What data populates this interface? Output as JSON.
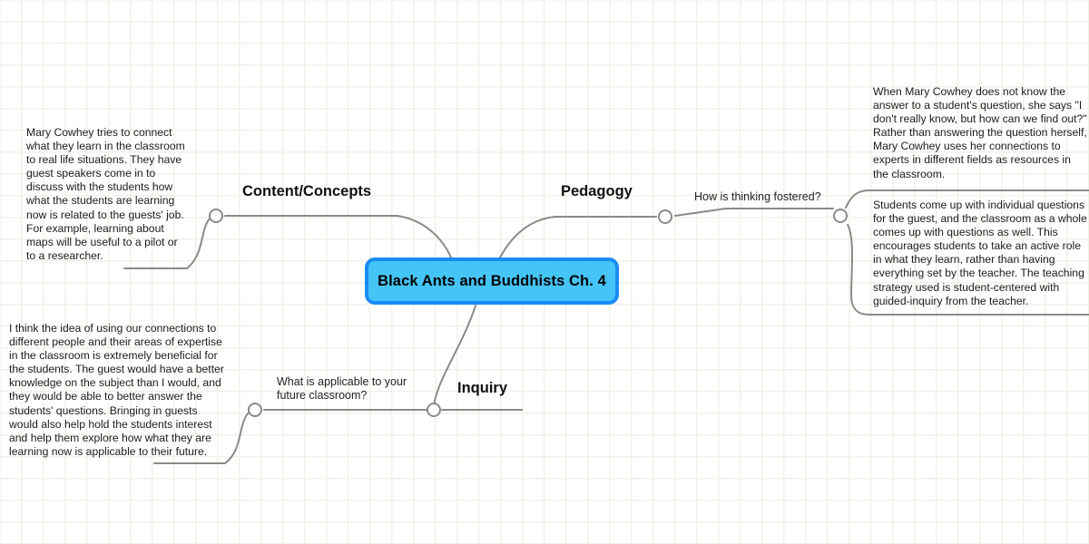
{
  "canvas": {
    "grid_color": "#eef3e8",
    "background": "#ffffff",
    "connector_color": "#8a8a88"
  },
  "central_topic": {
    "text": "Black Ants and Buddhists Ch. 4",
    "fill": "#45c4f7",
    "border": "#1a8cf5"
  },
  "branches": [
    {
      "id": "content",
      "label": "Content/Concepts",
      "note": "Mary Cowhey tries to connect what they learn in the classroom to real life situations. They have guest speakers come in to discuss with the students how what the students are learning now is related to the guests' job. For example, learning about maps will be useful to a pilot or to a researcher."
    },
    {
      "id": "pedagogy",
      "label": "Pedagogy",
      "sub_label": "How is thinking fostered?",
      "note_top": "When Mary Cowhey does not know the answer to a student's question, she says \"I don't really know, but how can we find out?\" Rather than answering the question herself, Mary Cowhey uses her connections to experts in different fields as resources in the classroom.",
      "note_bottom": "Students come up with individual questions for the guest, and the classroom as a whole comes up with questions as well. This encourages students to take an active role in what they learn, rather than having everything set by the teacher. The teaching strategy used is student-centered with guided-inquiry from the teacher."
    },
    {
      "id": "inquiry",
      "label": "Inquiry",
      "sub_label": "What is applicable to your\nfuture classroom?",
      "note": "I think the idea of using our connections to different people and their areas of expertise in the classroom is extremely beneficial for the students. The guest would have a better knowledge on the subject than I would, and they would be able to better answer the students' questions. Bringing in guests would also help hold the students interest and help them explore how what they are learning now is applicable to their future."
    }
  ]
}
